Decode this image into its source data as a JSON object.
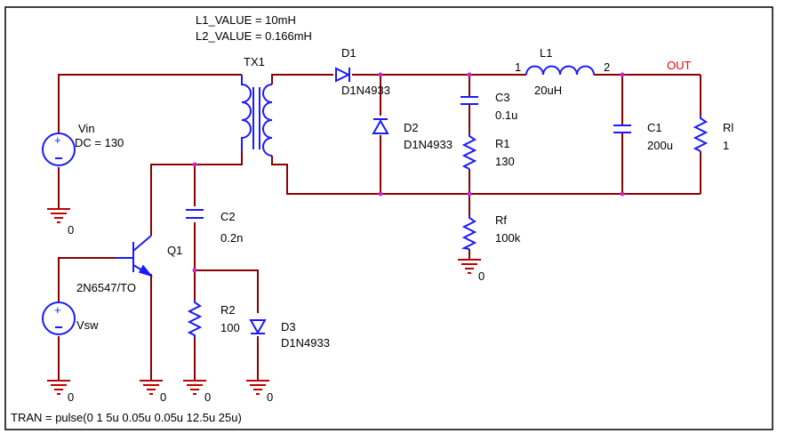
{
  "params": {
    "l1_value": "L1_VALUE = 10mH",
    "l2_value": "L2_VALUE = 0.166mH"
  },
  "tran": "TRAN = pulse(0 1 5u 0.05u 0.05u 12.5u 25u)",
  "components": {
    "vin": {
      "name": "Vin",
      "value": "DC = 130"
    },
    "vsw": {
      "name": "Vsw"
    },
    "tx1": {
      "name": "TX1"
    },
    "q1": {
      "name": "Q1",
      "model": "2N6547/TO"
    },
    "c2": {
      "name": "C2",
      "value": "0.2n"
    },
    "r2": {
      "name": "R2",
      "value": "100"
    },
    "d3": {
      "name": "D3",
      "model": "D1N4933"
    },
    "d1": {
      "name": "D1",
      "model": "D1N4933"
    },
    "d2": {
      "name": "D2",
      "model": "D1N4933"
    },
    "c3": {
      "name": "C3",
      "value": "0.1u"
    },
    "r1": {
      "name": "R1",
      "value": "130"
    },
    "rf": {
      "name": "Rf",
      "value": "100k"
    },
    "l1": {
      "name": "L1",
      "value": "20uH",
      "pin1": "1",
      "pin2": "2"
    },
    "c1": {
      "name": "C1",
      "value": "200u"
    },
    "rl": {
      "name": "Rl",
      "value": "1"
    }
  },
  "net_out": "OUT",
  "ground": "0",
  "colors": {
    "wire": "#8b0000",
    "component": "#1a1aff",
    "node": "#cc22cc",
    "out_label": "#ff0000"
  }
}
